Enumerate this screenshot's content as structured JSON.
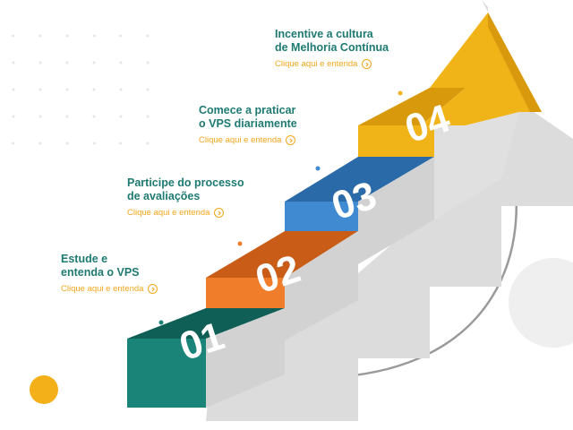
{
  "steps": [
    {
      "number": "01",
      "title_line1": "Estude e",
      "title_line2": "entenda o VPS",
      "link": "Clique aqui e entenda"
    },
    {
      "number": "02",
      "title_line1": "Participe do processo",
      "title_line2": "de avaliações",
      "link": "Clique aqui e entenda"
    },
    {
      "number": "03",
      "title_line1": "Comece a praticar",
      "title_line2": "o VPS diariamente",
      "link": "Clique aqui e entenda"
    },
    {
      "number": "04",
      "title_line1": "Incentive a cultura",
      "title_line2": "de Melhoria Contínua",
      "link": "Clique aqui e entenda"
    }
  ],
  "colors": {
    "step1": "#1a8478",
    "step2": "#ef7d2a",
    "step3": "#3f8ad1",
    "step4": "#f1b418",
    "title": "#1e7a72",
    "link": "#f2a71b",
    "accent_dot": "#f3b019"
  },
  "icons": {
    "link_icon": "chevron-right-circle-icon",
    "cycle_arrow": "curved-return-arrow-icon"
  }
}
